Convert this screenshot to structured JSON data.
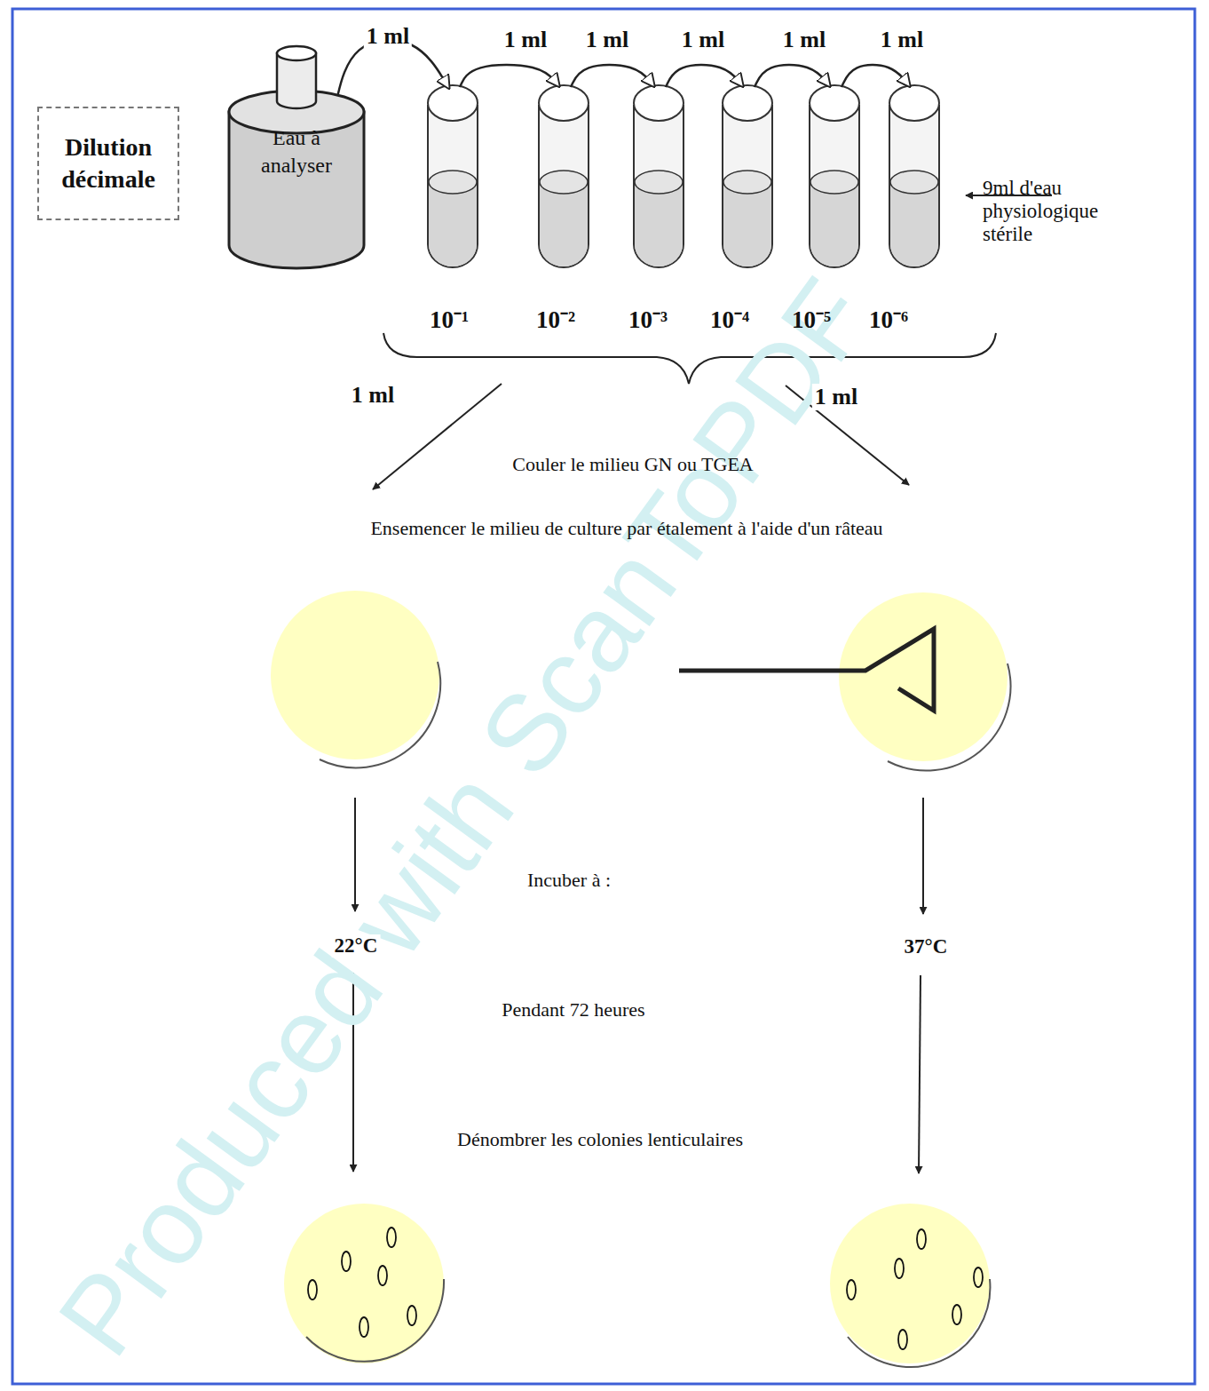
{
  "diagram": {
    "nodes": [
      {
        "text": [
          "Dilution décimale"
        ]
      },
      {
        "text": [
          "Eau à analyser"
        ]
      }
    ],
    "labels": [
      "1 ml",
      "1 ml",
      "1 ml",
      "1 ml",
      "1 ml",
      "1 ml",
      "9ml d'eau physiologique stérile",
      "10⁻¹",
      "10⁻²",
      "10⁻³",
      "10⁻⁴",
      "10⁻⁵",
      "10⁻⁶",
      "1 ml",
      "1 ml",
      "Couler le milieu GN ou TGEA",
      "Ensemencer le milieu de culture par étalement à l'aide d'un râteau",
      "Incuber à :",
      "22°C",
      "37°C",
      "Pendant 72 heures",
      "Dénombrer les colonies lenticulaires",
      "Produced with ScanToPDF"
    ]
  }
}
